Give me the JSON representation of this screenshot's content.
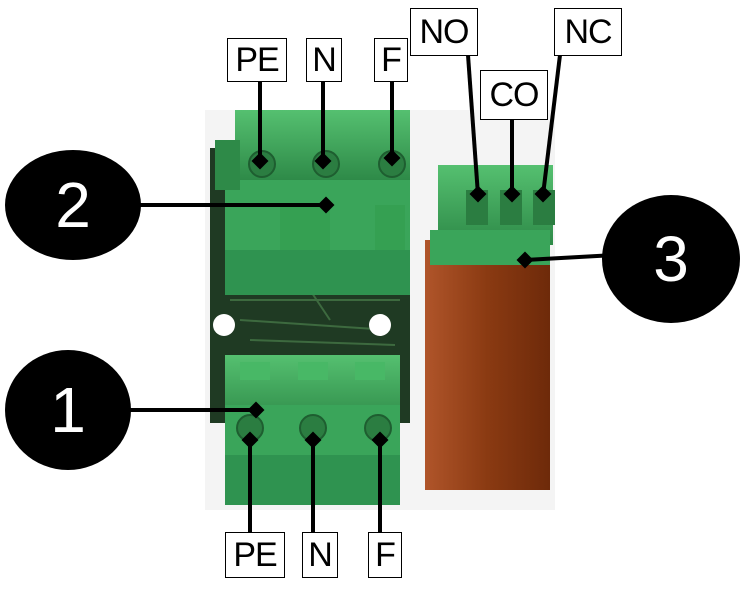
{
  "callouts": [
    {
      "id": "1",
      "number": "1"
    },
    {
      "id": "2",
      "number": "2"
    },
    {
      "id": "3",
      "number": "3"
    }
  ],
  "terminals": {
    "bottom": {
      "pe": "PE",
      "n": "N",
      "f": "F"
    },
    "top": {
      "pe": "PE",
      "n": "N",
      "f": "F"
    },
    "relay": {
      "no": "NO",
      "co": "CO",
      "nc": "NC"
    }
  },
  "colors": {
    "terminal_green": "#3aa55a",
    "pcb": "#1f3a23",
    "relay_body": "#8a3a12",
    "label_border": "#000000",
    "badge": "#000000"
  }
}
